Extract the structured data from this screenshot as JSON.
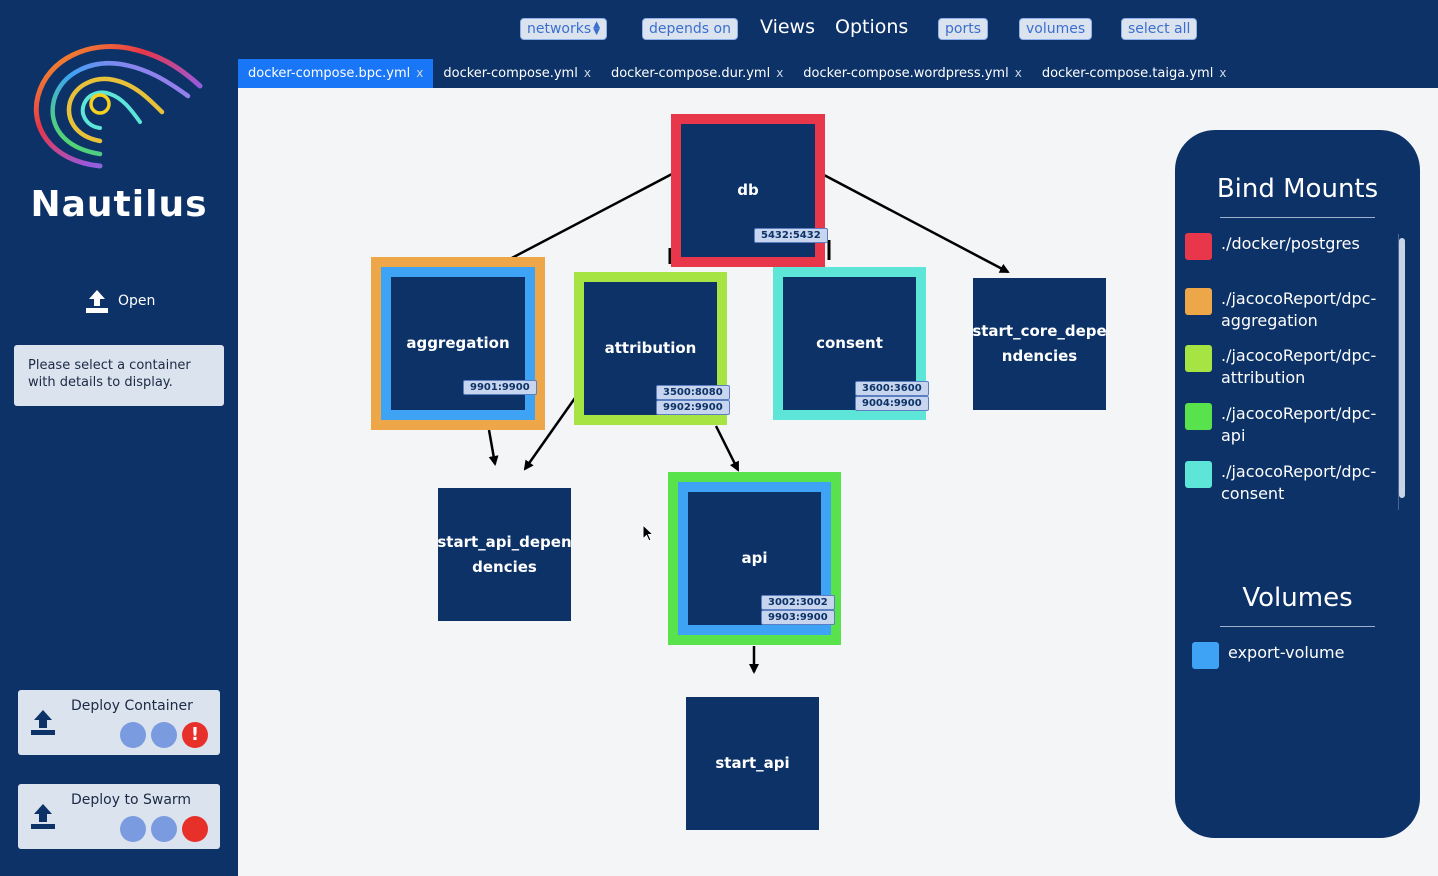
{
  "app": {
    "name": "Nautilus"
  },
  "sidebar": {
    "open_label": "Open",
    "info_text": "Please select a container with details to display.",
    "deploy_container_label": "Deploy Container",
    "deploy_swarm_label": "Deploy to Swarm",
    "error_glyph": "!"
  },
  "toolbar": {
    "networks_label": "networks",
    "depends_on_label": "depends on",
    "views_label": "Views",
    "options_label": "Options",
    "ports_label": "ports",
    "volumes_label": "volumes",
    "select_all_label": "select all"
  },
  "tabs": [
    {
      "label": "docker-compose.bpc.yml",
      "active": true
    },
    {
      "label": "docker-compose.yml",
      "active": false
    },
    {
      "label": "docker-compose.dur.yml",
      "active": false
    },
    {
      "label": "docker-compose.wordpress.yml",
      "active": false
    },
    {
      "label": "docker-compose.taiga.yml",
      "active": false
    }
  ],
  "tab_close_glyph": "x",
  "graph": {
    "nodes": {
      "db": {
        "label": "db",
        "ports": [
          "5432:5432"
        ]
      },
      "aggregation": {
        "label": "aggregation",
        "ports": [
          "9901:9900"
        ]
      },
      "attribution": {
        "label": "attribution",
        "ports": [
          "3500:8080",
          "9902:9900"
        ]
      },
      "consent": {
        "label": "consent",
        "ports": [
          "3600:3600",
          "9004:9900"
        ]
      },
      "start_core_dependencies": {
        "label_line1": "start_core_depe",
        "label_line2": "ndencies"
      },
      "start_api_dependencies": {
        "label_line1": "start_api_depen",
        "label_line2": "dencies"
      },
      "api": {
        "label": "api",
        "ports": [
          "3002:3002",
          "9903:9900"
        ]
      },
      "start_api": {
        "label": "start_api"
      }
    }
  },
  "legend": {
    "bind_mounts_title": "Bind Mounts",
    "bind_mounts": [
      {
        "line1": "./docker/postgres",
        "line2": "",
        "color": "#e8364a"
      },
      {
        "line1": "./jacocoReport/dpc-",
        "line2": "aggregation",
        "color": "#eda748"
      },
      {
        "line1": "./jacocoReport/dpc-",
        "line2": "attribution",
        "color": "#a6e444"
      },
      {
        "line1": "./jacocoReport/dpc-",
        "line2": "api",
        "color": "#58e24c"
      },
      {
        "line1": "./jacocoReport/dpc-",
        "line2": "consent",
        "color": "#5de6d8"
      }
    ],
    "volumes_title": "Volumes",
    "volumes": [
      {
        "label": "export-volume",
        "color": "#3ea3f5"
      }
    ]
  },
  "colors": {
    "navy": "#0c3267",
    "active_tab": "#1976f7",
    "db_ring": "#e8364a",
    "aggregation_ring": "#eda748",
    "attribution_ring": "#a6e444",
    "api_ring": "#58e24c",
    "consent_ring": "#5de6d8",
    "volume_ring": "#3ea3f5"
  }
}
